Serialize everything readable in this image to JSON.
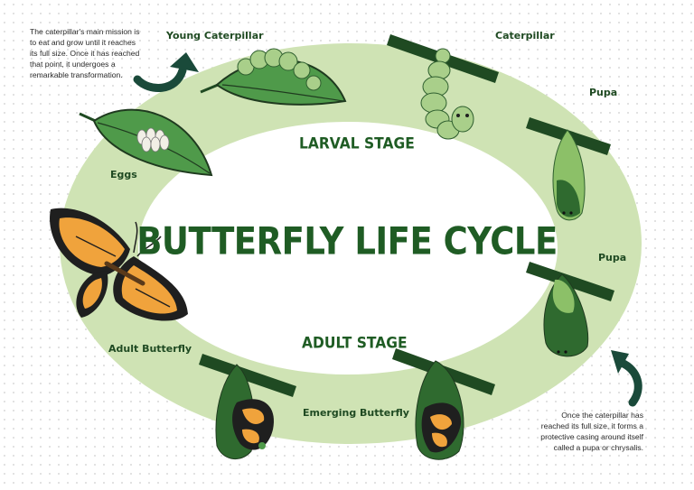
{
  "title": "BUTTERFLY LIFE CYCLE",
  "stages": {
    "larval": "LARVAL STAGE",
    "adult": "ADULT STAGE"
  },
  "labels": {
    "young_caterpillar": "Young Caterpillar",
    "caterpillar": "Caterpillar",
    "pupa_1": "Pupa",
    "pupa_2": "Pupa",
    "eggs": "Eggs",
    "adult_butterfly": "Adult Butterfly",
    "emerging_butterfly": "Emerging Butterfly"
  },
  "notes": {
    "top_left": [
      "The caterpillar's main mission is",
      "to eat and grow until it reaches",
      "its full size. Once it has reached",
      "that point, it undergoes a",
      "remarkable transformation."
    ],
    "bottom_right": [
      "Once the caterpillar has",
      "reached its full size, it forms a",
      "protective casing around itself",
      "called a pupa or chrysalis."
    ]
  },
  "colors": {
    "ring": "#cfe3b4",
    "title": "#1f5c24",
    "leaf": "#4f9a4a",
    "branch": "#1f4a22",
    "arrow": "#1a4a3a",
    "wing_orange": "#f0a33c"
  },
  "icons": [
    "leaf-eggs-icon",
    "young-caterpillar-icon",
    "caterpillar-icon",
    "pupa-icon",
    "chrysalis-icon",
    "emerging-butterfly-icon",
    "adult-butterfly-icon",
    "curved-arrow-icon"
  ]
}
